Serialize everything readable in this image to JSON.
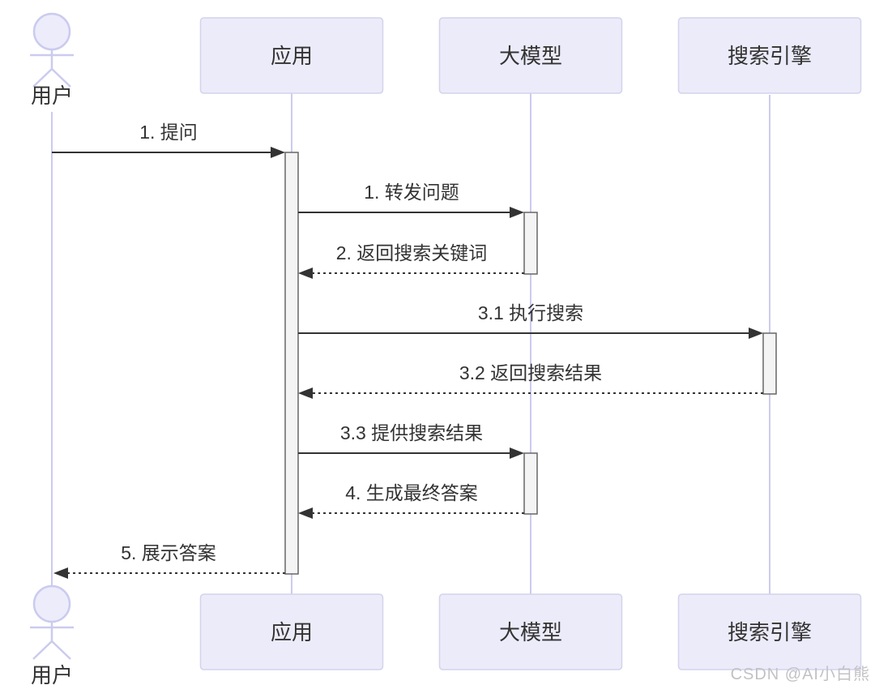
{
  "diagram_type": "sequence",
  "participants": [
    {
      "label": "用户",
      "kind": "actor"
    },
    {
      "label": "应用",
      "kind": "participant"
    },
    {
      "label": "大模型",
      "kind": "participant"
    },
    {
      "label": "搜索引擎",
      "kind": "participant"
    }
  ],
  "messages": [
    {
      "label": "1. 提问",
      "from": "用户",
      "to": "应用",
      "line": "solid",
      "direction": "right"
    },
    {
      "label": "1. 转发问题",
      "from": "应用",
      "to": "大模型",
      "line": "solid",
      "direction": "right"
    },
    {
      "label": "2. 返回搜索关键词",
      "from": "大模型",
      "to": "应用",
      "line": "dashed",
      "direction": "left"
    },
    {
      "label": "3.1 执行搜索",
      "from": "应用",
      "to": "搜索引擎",
      "line": "solid",
      "direction": "right"
    },
    {
      "label": "3.2 返回搜索结果",
      "from": "搜索引擎",
      "to": "应用",
      "line": "dashed",
      "direction": "left"
    },
    {
      "label": "3.3 提供搜索结果",
      "from": "应用",
      "to": "大模型",
      "line": "solid",
      "direction": "right"
    },
    {
      "label": "4. 生成最终答案",
      "from": "大模型",
      "to": "应用",
      "line": "dashed",
      "direction": "left"
    },
    {
      "label": "5. 展示答案",
      "from": "应用",
      "to": "用户",
      "line": "dashed",
      "direction": "left"
    }
  ],
  "watermark": "CSDN @AI小白熊",
  "colors": {
    "lifeline": "#CBCBEF",
    "actor_stroke": "#CBCBEF",
    "actor_fill": "#ECECFB",
    "participant_fill": "#EBEBFA",
    "participant_border": "#D3D3EC",
    "activation_fill": "#F4F4F4",
    "activation_border": "#666666",
    "arrow": "#333333",
    "text": "#333333",
    "watermark": "#C2C2C6"
  }
}
